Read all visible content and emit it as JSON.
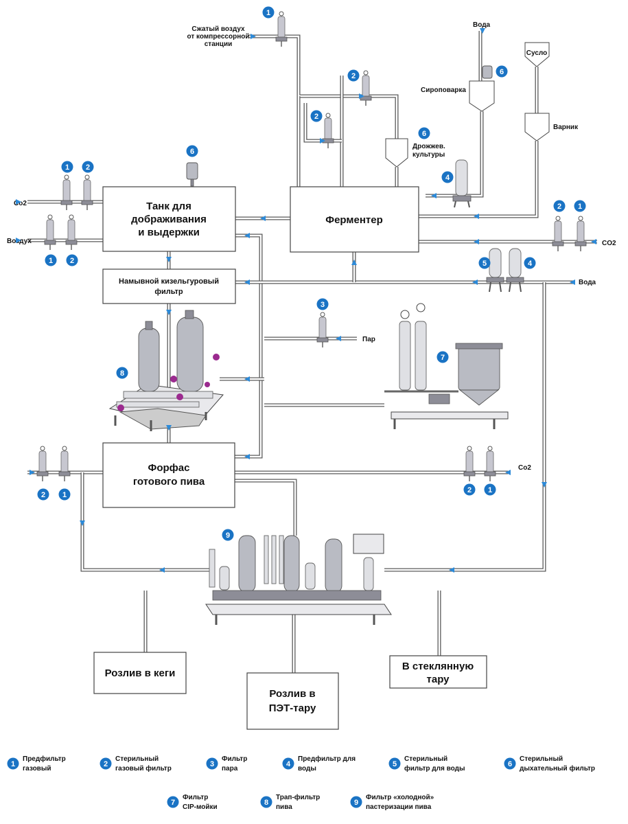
{
  "boxes": {
    "tank": [
      "Танк для",
      "дображивания",
      "и выдержки"
    ],
    "fermenter": "Ферментер",
    "kiesel_filter": [
      "Намывной кизельгуровый",
      "фильтр"
    ],
    "forfas": [
      "Форфас",
      "готового пива"
    ],
    "kegs": "Розлив в кеги",
    "pet": [
      "Розлив в",
      "ПЭТ-тару"
    ],
    "glass": [
      "В стеклянную",
      "тару"
    ]
  },
  "vessels": {
    "syrup": "Сироповарка",
    "wort": "Сусло",
    "brewer": "Варник",
    "yeast": [
      "Дрожжев.",
      "культуры"
    ]
  },
  "labels": {
    "compressed_air": [
      "Сжатый воздух",
      "от компрессорной",
      "станции"
    ],
    "water_top": "Вода",
    "co2_tank": "Co2",
    "air_tank": "Воздух",
    "co2_fermenter": "CO2",
    "water_right": "Вода",
    "steam": "Пар",
    "co2_forfas": "Co2"
  },
  "badges": {
    "b_air_1": "1",
    "b_f2_a": "2",
    "b_f2_b": "2",
    "b_f6_syrup": "6",
    "b_f6_yeast": "6",
    "b_f4_syr": "4",
    "b_f6_tank": "6",
    "b_tank_co2_1": "1",
    "b_tank_co2_2": "2",
    "b_tank_air_1": "1",
    "b_tank_air_2": "2",
    "b_ferm_co2_2": "2",
    "b_ferm_co2_1": "1",
    "b_w5": "5",
    "b_w4": "4",
    "b_steam_3": "3",
    "b_cip_7": "7",
    "b_trap_8": "8",
    "b_forfas_l2": "2",
    "b_forfas_l1": "1",
    "b_forfas_r2": "2",
    "b_forfas_r1": "1",
    "b_past_9": "9"
  },
  "legend": [
    {
      "num": "1",
      "lines": [
        "Предфильтр",
        "газовый"
      ]
    },
    {
      "num": "2",
      "lines": [
        "Стерильный",
        "газовый фильтр"
      ]
    },
    {
      "num": "3",
      "lines": [
        "Фильтр",
        "пара"
      ]
    },
    {
      "num": "4",
      "lines": [
        "Предфильтр для",
        "воды"
      ]
    },
    {
      "num": "5",
      "lines": [
        "Стерильный",
        "фильтр для воды"
      ]
    },
    {
      "num": "6",
      "lines": [
        "Стерильный",
        "дыхательный фильтр"
      ]
    },
    {
      "num": "7",
      "lines": [
        "Фильтр",
        "CIP-мойки"
      ]
    },
    {
      "num": "8",
      "lines": [
        "Трап-фильтр",
        "пива"
      ]
    },
    {
      "num": "9",
      "lines": [
        "Фильтр «холодной»",
        "пастеризации пива"
      ]
    }
  ],
  "colors": {
    "accent": "#1a73c4",
    "arrow": "#2d8ad8",
    "pipe": "#5a5a5a",
    "valve": "#9b2a8f"
  }
}
